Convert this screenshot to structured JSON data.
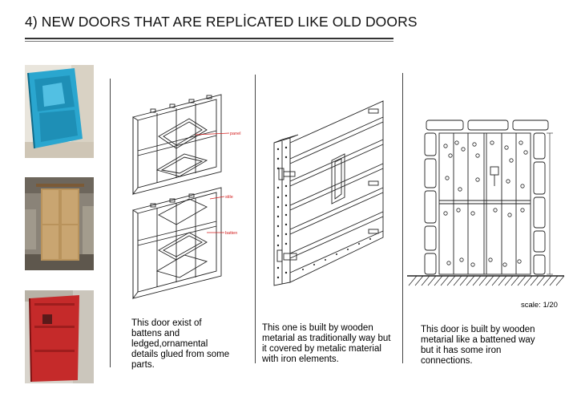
{
  "page": {
    "title": "4) NEW DOORS THAT ARE REPLİCATED LIKE OLD DOORS"
  },
  "photos": [
    {
      "name": "blue-door-photo",
      "main_color": "#2aa6cf"
    },
    {
      "name": "wooden-door-photo",
      "main_color": "#b9935c"
    },
    {
      "name": "red-door-photo",
      "main_color": "#c52a2a"
    }
  ],
  "drawing1": {
    "labels": {
      "panel": "panel",
      "stile": "stile",
      "batten": "batten"
    },
    "caption_lines": [
      "This door exist of",
      "battens and",
      "ledged,ornamental",
      "details glued from some",
      "parts."
    ]
  },
  "drawing2": {
    "caption_lines": [
      "This one is built by wooden",
      "metarial as traditionally way but",
      "it covered by metalic material",
      "with iron elements."
    ]
  },
  "drawing3": {
    "scale": "scale: 1/20",
    "caption_lines": [
      "This door is built by wooden",
      "metarial like a battened way",
      "but it has some iron",
      "connections."
    ]
  },
  "colors": {
    "label_red": "#d42020",
    "line": "#222222"
  }
}
